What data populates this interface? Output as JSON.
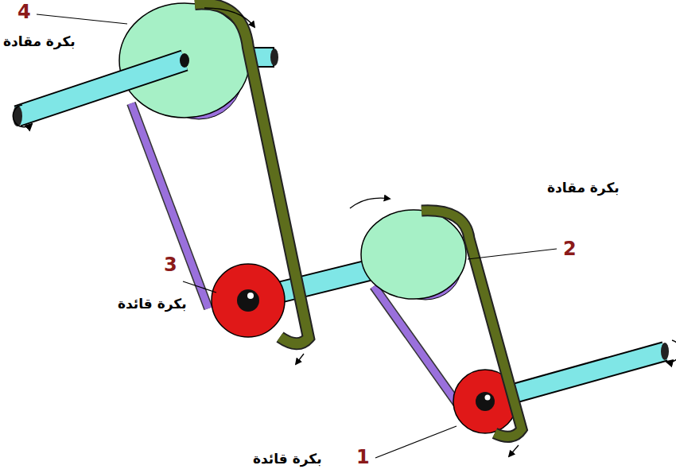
{
  "diagram": {
    "labels": [
      "4",
      "بكرة مقادة",
      "بكرة مقادة",
      "2",
      "3",
      "بكرة قائدة",
      "1",
      "بكرة قائدة"
    ]
  }
}
